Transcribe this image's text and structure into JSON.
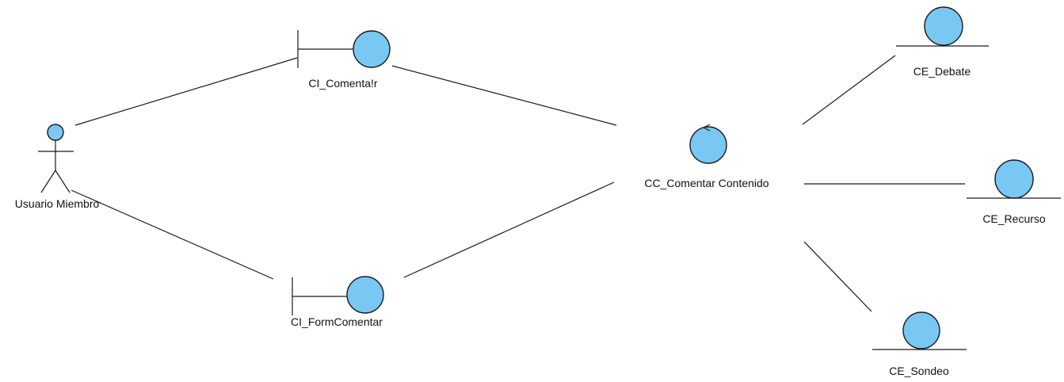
{
  "colors": {
    "element_fill": "#79c7f3",
    "stroke": "#1a1a1a",
    "background": "#ffffff"
  },
  "actor": {
    "name": "Usuario Miembro",
    "icon": "stick-figure-actor-icon"
  },
  "boundaries": [
    {
      "id": "ci-comentar",
      "name": "CI_Comenta!r",
      "icon": "boundary-icon"
    },
    {
      "id": "ci-formcomentar",
      "name": "CI_FormComentar",
      "icon": "boundary-icon"
    }
  ],
  "control": {
    "name": "CC_Comentar Contenido",
    "icon": "control-icon"
  },
  "entities": [
    {
      "id": "ce-debate",
      "name": "CE_Debate",
      "icon": "entity-icon"
    },
    {
      "id": "ce-recurso",
      "name": "CE_Recurso",
      "icon": "entity-icon"
    },
    {
      "id": "ce-sondeo",
      "name": "CE_Sondeo",
      "icon": "entity-icon"
    }
  ]
}
